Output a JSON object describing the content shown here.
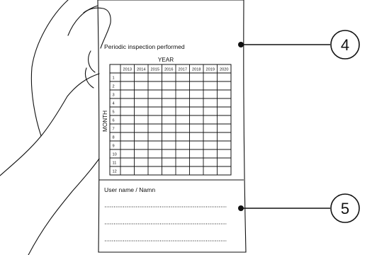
{
  "label": {
    "title": "Periodic inspection performed",
    "year_heading": "YEAR",
    "month_heading": "MONTH",
    "user_name": "User name / Namn"
  },
  "years": [
    "2013",
    "2014",
    "2015",
    "2016",
    "2017",
    "2018",
    "2019",
    "2020"
  ],
  "months": [
    "1",
    "2",
    "3",
    "4",
    "5",
    "6",
    "7",
    "8",
    "9",
    "10",
    "11",
    "12"
  ],
  "callouts": [
    "4",
    "5"
  ]
}
